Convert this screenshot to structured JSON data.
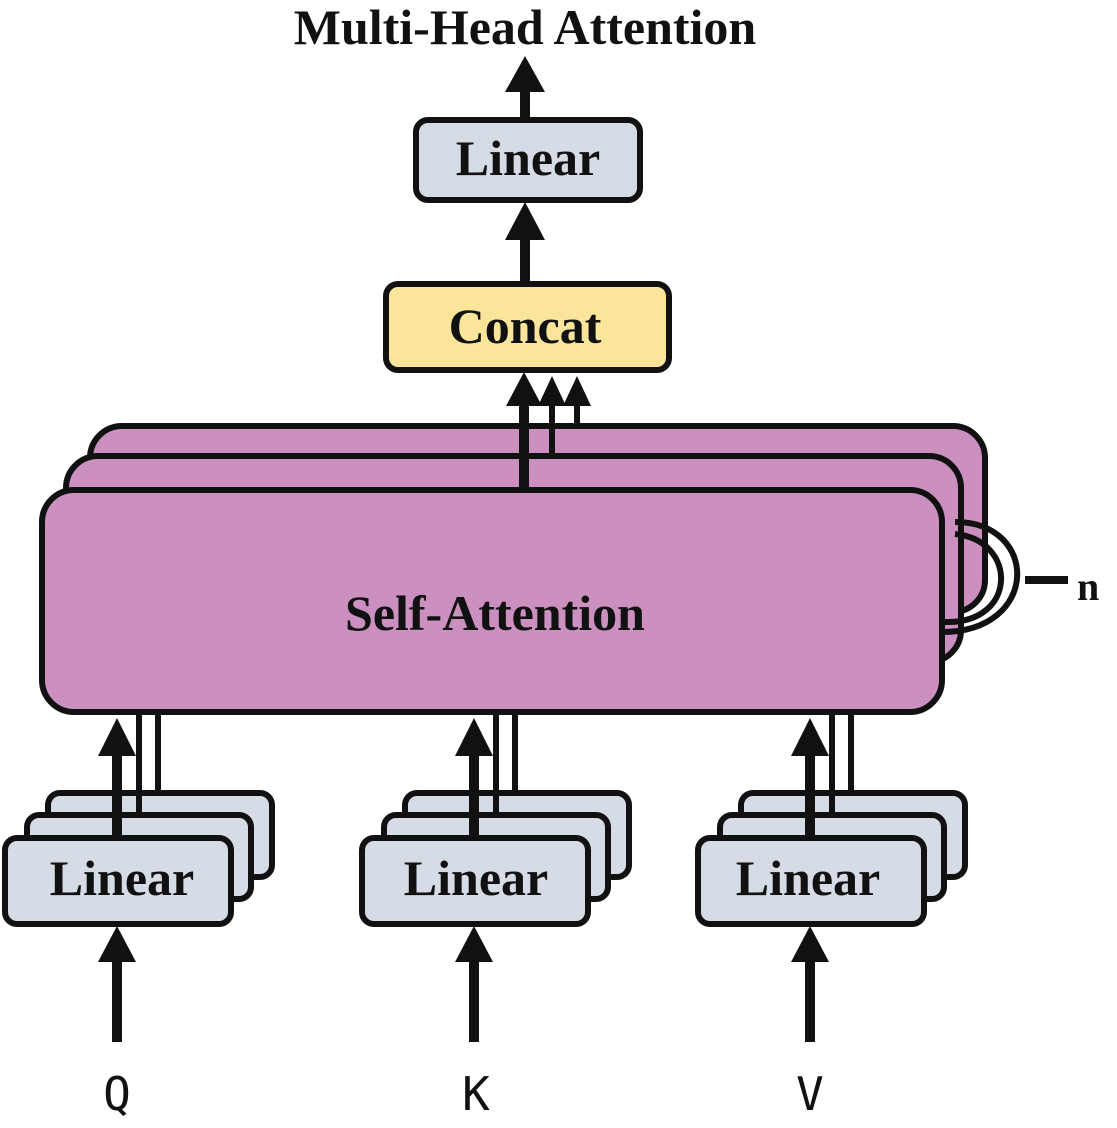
{
  "diagram": {
    "title": "Multi-Head Attention",
    "output_linear": "Linear",
    "concat": "Concat",
    "self_attention": "Self-Attention",
    "heads_label": "n",
    "input_linears": [
      "Linear",
      "Linear",
      "Linear"
    ],
    "inputs": [
      "Q",
      "K",
      "V"
    ]
  },
  "colors": {
    "linear_fill": "#d6dce5",
    "concat_fill": "#fbe59b",
    "attention_fill": "#cc90c0",
    "stroke": "#111111"
  }
}
